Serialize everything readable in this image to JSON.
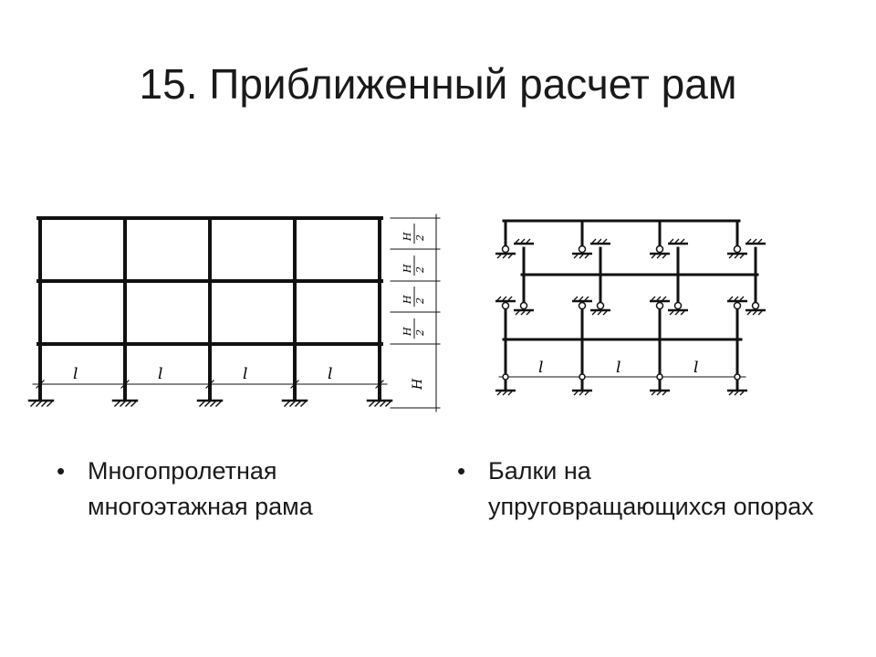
{
  "slide": {
    "title": "15. Приближенный расчет рам"
  },
  "figures": {
    "left": {
      "span_label": "l",
      "spans": 4,
      "storeys": 3,
      "storey_height_label": "H",
      "half_height_label_num": "H",
      "half_height_label_den": "2"
    },
    "right": {
      "span_label": "l",
      "spans": 3
    }
  },
  "bullets": [
    {
      "text": "Многопролетная многоэтажная рама"
    },
    {
      "text": "Балки на упруговращающихся опорах"
    }
  ]
}
